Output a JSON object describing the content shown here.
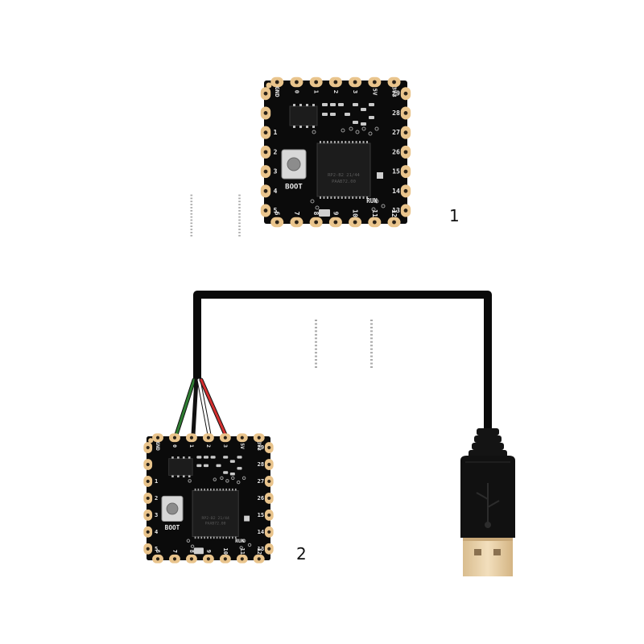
{
  "figures": [
    {
      "label": "1",
      "silkscreen": {
        "top_pins": [
          "GND",
          "0",
          "1",
          "2",
          "3",
          "5V",
          "3V3"
        ],
        "left_pins": [
          "",
          "",
          "1",
          "2",
          "3",
          "4",
          "5"
        ],
        "right_pins": [
          "29",
          "28",
          "27",
          "26",
          "15",
          "14",
          "13"
        ],
        "bottom_pins": [
          "6",
          "7",
          "8",
          "9",
          "10",
          "11",
          "12"
        ],
        "boot_label": "BOOT",
        "run_label": "RUN",
        "chip_text_1": "RP2-B2 21/44",
        "chip_text_2": "PAAB72.00"
      }
    },
    {
      "label": "2",
      "silkscreen": {
        "top_pins": [
          "GND",
          "0",
          "1",
          "2",
          "3",
          "5V",
          "3V3"
        ],
        "left_pins": [
          "",
          "",
          "1",
          "2",
          "3",
          "4",
          "5"
        ],
        "right_pins": [
          "29",
          "28",
          "27",
          "26",
          "15",
          "14",
          "13"
        ],
        "bottom_pins": [
          "6",
          "7",
          "8",
          "9",
          "10",
          "11",
          "12"
        ],
        "boot_label": "BOOT",
        "run_label": "RUN",
        "chip_text_1": "RP2-B2 21/44",
        "chip_text_2": "PAAB72.00"
      }
    }
  ],
  "cable": {
    "wire_colors": [
      "#2e7d32",
      "#111111",
      "#ffffff",
      "#d32f2f"
    ],
    "jacket_color": "#0a0a0a",
    "usb_plug_color": "#111111",
    "usb_metal_color": "#e6cfa8"
  },
  "colors": {
    "pcb": "#0b0b0b",
    "pad": "#e9c48c",
    "silkscreen": "#e8e8e8",
    "chip": "#1c1c1c"
  }
}
